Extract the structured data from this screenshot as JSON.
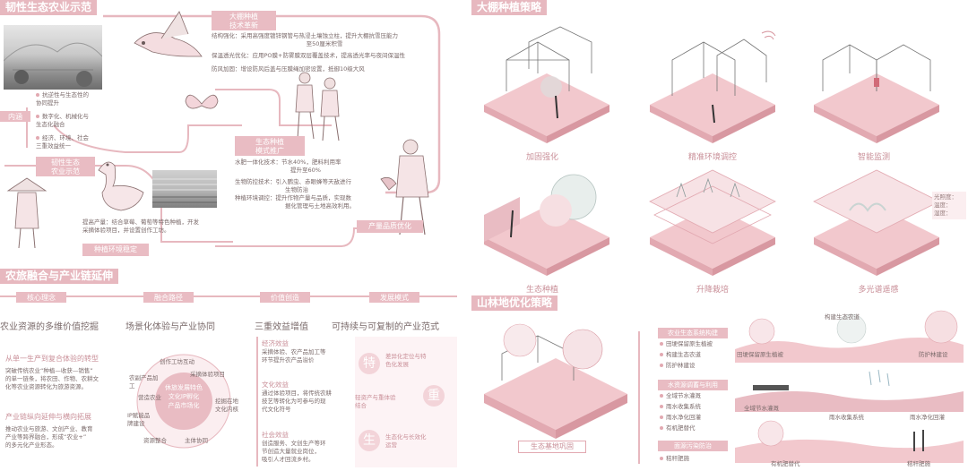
{
  "left_top": {
    "title": "韧性生态农业示范",
    "box_dapeng": "大棚种植\n技术革新",
    "dapeng_lines": [
      "结构强化：采用高强度镀锌钢管与热浸土壤蚀立柱，提升大棚抗雪压能力",
      "至50厘米积雪",
      "保温透光优化：应用PO膜+防雾膜双层覆盖技术，提高透光率与夜间保温性",
      "防风加固：增设防风后盖与压膜绳加密设置，抵御10级大风"
    ],
    "neihan_label": "内涵",
    "neihan_items": [
      "抗逆性与生态性的协同提升",
      "数字化、机械化与生态化融合",
      "经济、环境、社会三重效益统一"
    ],
    "box_shengtai": "生态种植\n模式推广",
    "shengtai_lines": [
      "水肥一体化技术：节水40%，肥料利用率",
      "提升至60%",
      "生物防控技术：引入鹦虫、赤眼蜂等天敌进行",
      "生物防治",
      "种植环境调控：提升作物产量与品质，实现数",
      "据化管理与土地高效利用。"
    ],
    "box_renxing": "韧性生态\n农业示范",
    "chanliang_lines": [
      "提高产量：结合草莓、葡萄等特色种植，开发",
      "采摘体验项目，并设置创作工坊。"
    ],
    "box_zhongzhi": "种植环境稳定",
    "box_chanliang": "产量品质优化"
  },
  "left_bottom": {
    "title": "农旅融合与产业链延伸",
    "headers": [
      "核心理念",
      "融合路径",
      "价值创造",
      "发展模式"
    ],
    "col1_title": "农业资源的多维价值挖掘",
    "col1_sub1": "从单一生产到复合体验的转型",
    "col1_sub1_lines": [
      "突破传统农业“种植—收获—销售”",
      "的单一链条，将农田、作物、农耕文",
      "化等农业资源转化为旅游资源。"
    ],
    "col1_sub2": "产业链纵向延伸与横向拓展",
    "col1_sub2_lines": [
      "推动农业与旅游、文创产业、教育",
      "产业等跨界融合，形成“农业+”",
      "的多元化产业形态。"
    ],
    "col2_title": "场景化体验与产业协同",
    "ring_labels": [
      "创作工坊互动",
      "采摘体验项目",
      "农副产品加工",
      "资源整合",
      "主体协同",
      "IP赋能品牌建设",
      "营造农业",
      "挖掘在地文化内核"
    ],
    "ring_center": [
      "休旅发展特色",
      "文化IP孵化",
      "产品市场化"
    ],
    "col3_title": "三重效益增值",
    "col3_blocks": [
      {
        "t": "经济效益",
        "l": [
          "采摘体验、农产品加工等",
          "环节提升农产品溢价"
        ]
      },
      {
        "t": "文化效益",
        "l": [
          "通过体验项目，将传统农耕",
          "技艺等转化为可参与的现",
          "代文化符号"
        ]
      },
      {
        "t": "社会效益",
        "l": [
          "创造服务、文创生产等环",
          "节创造大量就业岗位，",
          "吸引人才回流乡村。"
        ]
      }
    ],
    "col4_title": "可持续与可复制的产业范式",
    "col4_items": [
      {
        "ch": "特",
        "l": [
          "差异化定位与特",
          "色化发展"
        ]
      },
      {
        "ch": "重",
        "l": [
          "轻资产与重体验",
          "结合"
        ]
      },
      {
        "ch": "生",
        "l": [
          "生态化与长效化",
          "运营"
        ]
      }
    ]
  },
  "right_top": {
    "title": "大棚种植策略",
    "captions": [
      "加固强化",
      "精准环境调控",
      "智能监测",
      "生态种植",
      "升降栽培",
      "多光谱遥感"
    ],
    "sensor_label": "光照度：\n温度：\n湿度："
  },
  "right_bottom": {
    "title": "山林地优化策略",
    "base_caption": "生态基地巩固",
    "list": [
      {
        "head": "农业生态系统构建",
        "items": [
          "田埂保留原生植被",
          "构建生态农道",
          "防护林建设"
        ]
      },
      {
        "head": "水资源调蓄与利用",
        "items": [
          "全域节水灌溉",
          "雨水收集系统",
          "雨水净化回灌",
          "有机肥替代"
        ]
      },
      {
        "head": "面源污染防治",
        "items": [
          "秸秆肥施"
        ]
      }
    ],
    "section_labels": [
      "构建生态农道",
      "田埂保留原生植被",
      "防护林建设",
      "全域节水灌溉",
      "雨水收集系统",
      "雨水净化回灌",
      "有机肥替代",
      "秸秆肥施"
    ]
  }
}
